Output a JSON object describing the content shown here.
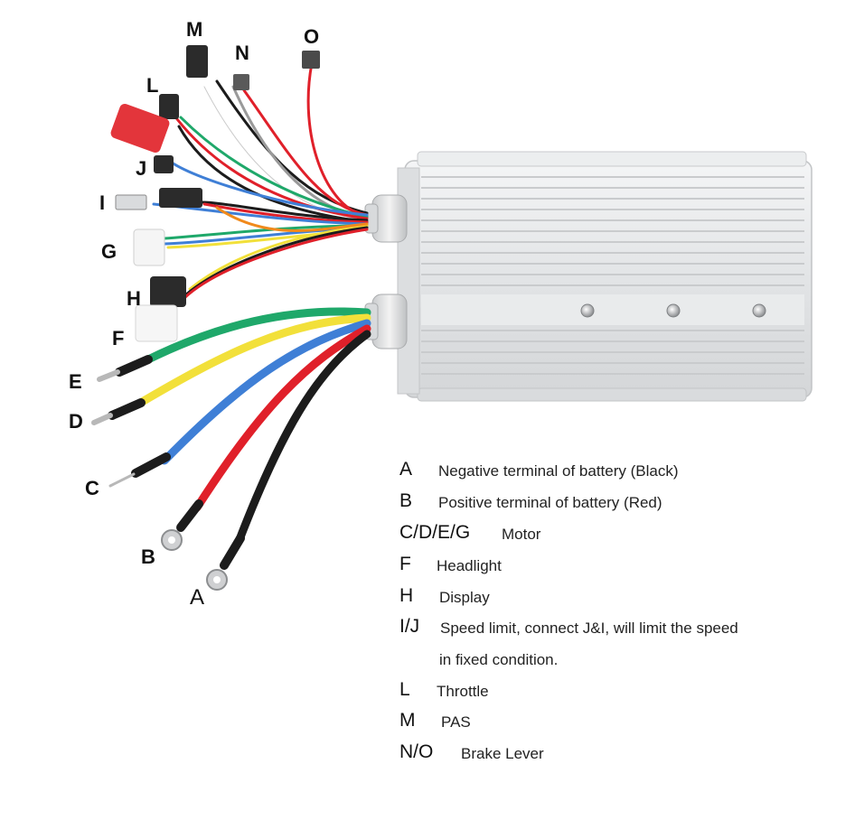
{
  "wire_labels": {
    "M": "M",
    "N": "N",
    "O": "O",
    "L": "L",
    "J": "J",
    "I": "I",
    "G": "G",
    "H": "H",
    "F": "F",
    "E": "E",
    "D": "D",
    "C": "C",
    "B": "B",
    "A": "A"
  },
  "legend": [
    {
      "code": "A",
      "desc": "Negative terminal of battery (Black)"
    },
    {
      "code": "B",
      "desc": "Positive terminal of battery (Red)"
    },
    {
      "code": "C/D/E/G",
      "desc": "Motor"
    },
    {
      "code": "F",
      "desc": "Headlight"
    },
    {
      "code": "H",
      "desc": "Display"
    },
    {
      "code": "I/J",
      "desc": "Speed limit, connect J&I, will limit the speed"
    },
    {
      "code": "",
      "desc": "in fixed condition."
    },
    {
      "code": "L",
      "desc": "Throttle"
    },
    {
      "code": "M",
      "desc": "PAS"
    },
    {
      "code": "N/O",
      "desc": "Brake Lever"
    }
  ],
  "colors": {
    "black_wire": "#1c1c1c",
    "red_wire": "#e0202a",
    "blue_wire": "#3f7fd6",
    "yellow_wire": "#f2e03a",
    "green_wire": "#1fa86a",
    "housing": "#e6e8ea"
  }
}
